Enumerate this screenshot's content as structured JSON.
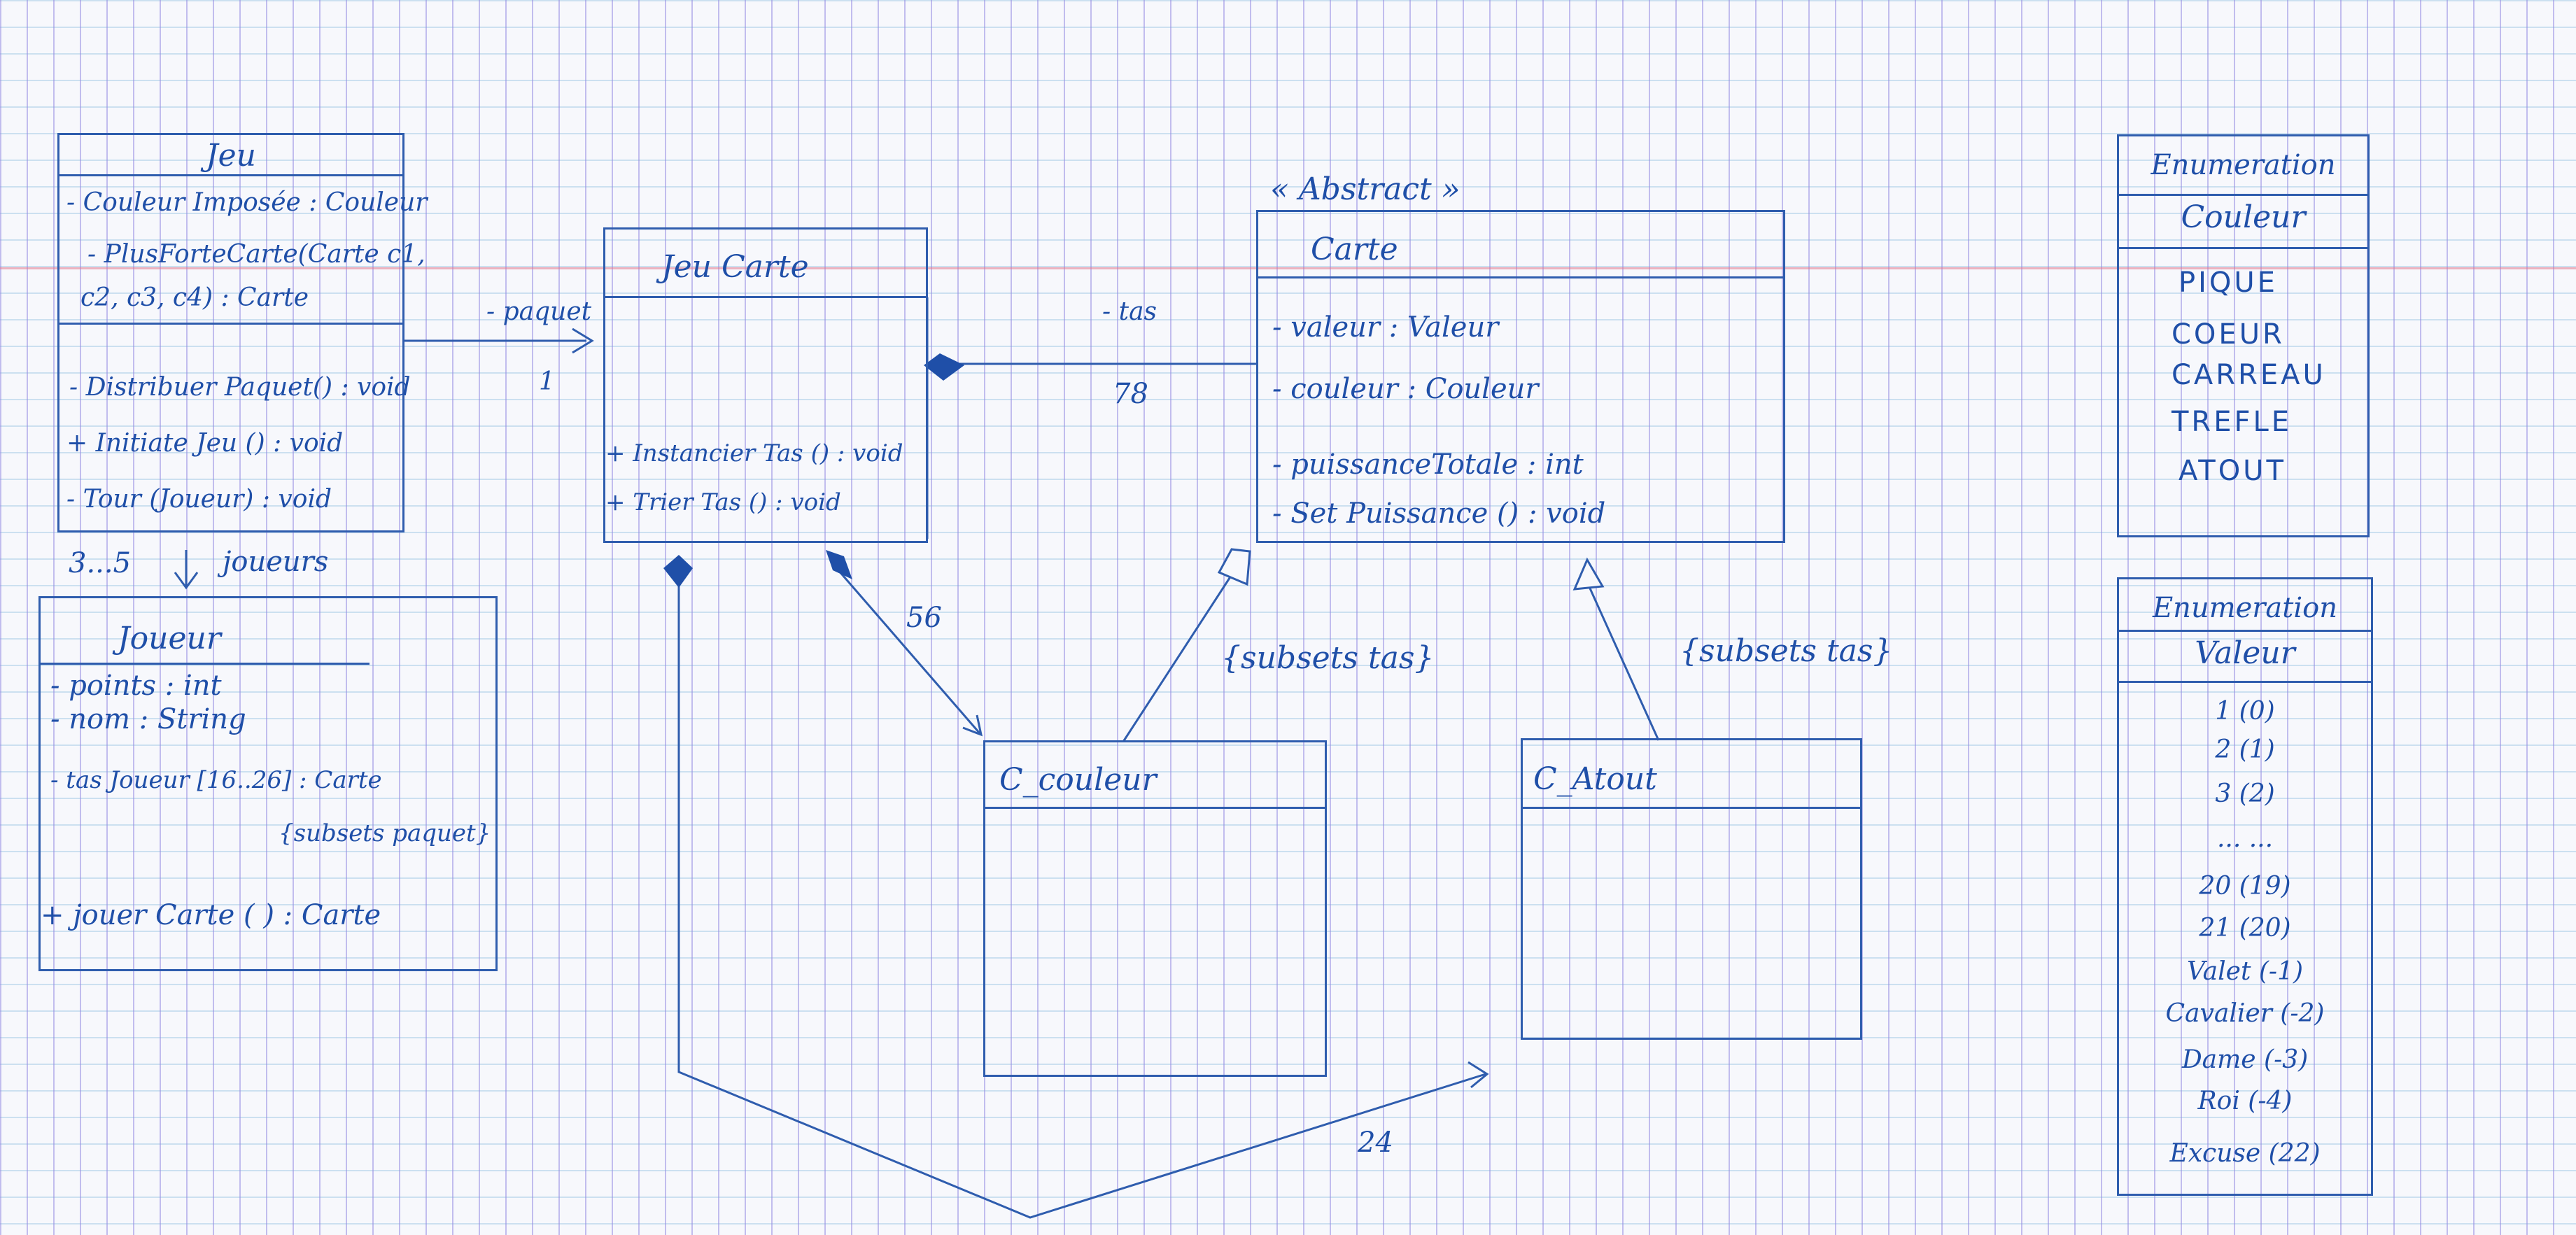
{
  "classes": {
    "jeu": {
      "name": "Jeu",
      "attributes": [
        "- Couleur Imposée : Couleur",
        "- PlusForteCarte(Carte c1,",
        "c2, c3, c4) : Carte",
        "- Distribuer Paquet() : void",
        "+ Initiate Jeu () : void",
        "- Tour (Joueur) : void"
      ]
    },
    "jeu_carte": {
      "name": "Jeu Carte",
      "methods": [
        "+ Instancier Tas () : void",
        "+ Trier Tas () : void"
      ]
    },
    "carte": {
      "stereotype": "« Abstract »",
      "name": "Carte",
      "attributes": [
        "- valeur : Valeur",
        "- couleur : Couleur",
        "- puissanceTotale : int"
      ],
      "methods": [
        "- Set Puissance () : void"
      ]
    },
    "joueur": {
      "name": "Joueur",
      "attributes": [
        "- points : int",
        "- nom : String",
        "- tas Joueur [16..26] : Carte",
        "{subsets paquet}"
      ],
      "methods": [
        "+ jouer Carte ( ) : Carte"
      ]
    },
    "c_couleur": {
      "name": "C_couleur"
    },
    "c_atout": {
      "name": "C_Atout"
    },
    "enum_couleur": {
      "stereotype": "Enumeration",
      "name": "Couleur",
      "literals": [
        "PIQUE",
        "COEUR",
        "CARREAU",
        "TREFLE",
        "ATOUT"
      ]
    },
    "enum_valeur": {
      "stereotype": "Enumeration",
      "name": "Valeur",
      "literals": [
        "1 (0)",
        "2 (1)",
        "3 (2)",
        "... ...",
        "20 (19)",
        "21 (20)",
        "Valet (-1)",
        "Cavalier (-2)",
        "Dame (-3)",
        "Roi (-4)",
        "Excuse (22)"
      ]
    }
  },
  "associations": {
    "paquet_role": "- paquet",
    "paquet_mult": "1",
    "tas_role": "- tas",
    "tas_mult": "78",
    "joueurs_mult": "3...5",
    "joueurs_role": "joueurs",
    "couleur_mult": "56",
    "atout_mult": "24",
    "subsets_left": "{subsets tas}",
    "subsets_right": "{subsets tas}"
  },
  "colors": {
    "ink": "#1f4fa8",
    "line": "#2f5dae",
    "paper": "#f7f8fc"
  }
}
